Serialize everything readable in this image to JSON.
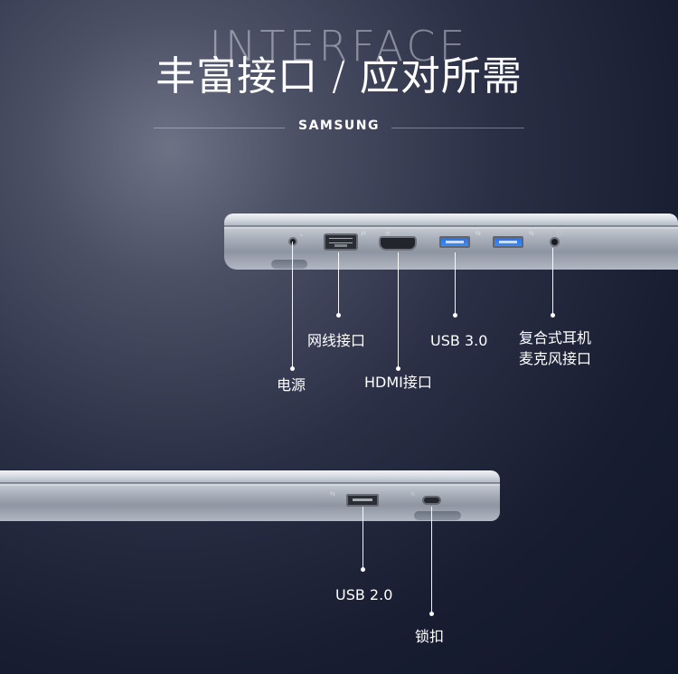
{
  "header": {
    "background_word": "INTERFACE",
    "title": "丰富接口 / 应对所需",
    "brand": "SAMSUNG"
  },
  "upper_side": {
    "labels": {
      "power": "电源",
      "lan": "网线接口",
      "hdmi": "HDMI接口",
      "usb3": "USB 3.0",
      "audio_line_1": "复合式耳机",
      "audio_line_2": "麦克风接口"
    }
  },
  "lower_side": {
    "labels": {
      "usb2": "USB 2.0",
      "lock": "锁扣"
    }
  },
  "colors": {
    "usb3_blue": "#3a8df7",
    "line_white": "#ffffff"
  },
  "icons": {
    "power": "power-jack-icon",
    "lan": "ethernet-port-icon",
    "hdmi": "hdmi-port-icon",
    "usb3": "usb-3-port-icon",
    "audio": "audio-jack-icon",
    "usb2": "usb-2-port-icon",
    "lock": "lock-slot-icon"
  }
}
